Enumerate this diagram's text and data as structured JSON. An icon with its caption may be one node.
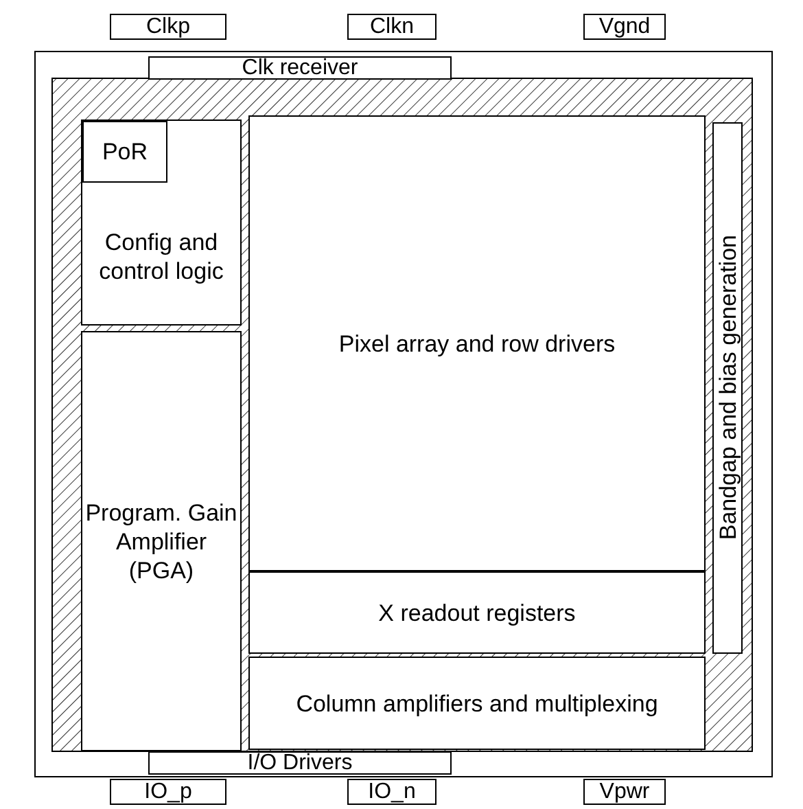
{
  "diagram": {
    "nodes": [
      {
        "text": [
          "Clkp"
        ]
      },
      {
        "text": [
          "Clkn"
        ]
      },
      {
        "text": [
          "Vgnd"
        ]
      },
      {
        "text": [],
        "shape": "box"
      },
      {
        "text": [
          "Clk receiver"
        ],
        "in": 3
      },
      {
        "text": [
          "Config and control logic"
        ],
        "in": 3
      },
      {
        "text": [
          "PoR"
        ],
        "in": 5
      },
      {
        "text": [
          "Pixel array and row drivers"
        ],
        "in": 3
      },
      {
        "text": [
          "Bandgap and bias generation"
        ],
        "in": 3
      },
      {
        "text": [
          "Program. Gain Amplifier (PGA)"
        ],
        "in": 3
      },
      {
        "text": [
          "X readout registers"
        ],
        "in": 3
      },
      {
        "text": [
          "Column amplifiers and multiplexing"
        ],
        "in": 3
      },
      {
        "text": [
          "I/O Drivers"
        ],
        "in": 3
      },
      {
        "text": [
          "IO_p"
        ]
      },
      {
        "text": [
          "IO_n"
        ]
      },
      {
        "text": [
          "Vpwr"
        ]
      }
    ],
    "edges": []
  }
}
